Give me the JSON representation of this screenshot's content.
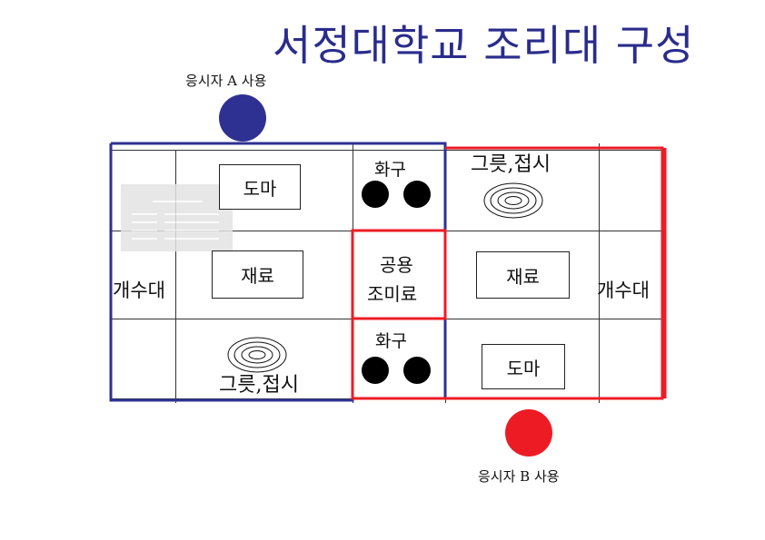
{
  "title": "서정대학교 조리대 구성",
  "user_a": {
    "label": "응시자 A 사용",
    "color": "#2e3192"
  },
  "user_b": {
    "label": "응시자 B 사용",
    "color": "#ed1c24"
  },
  "table": {
    "left_sink": "개수대",
    "right_sink": "개수대",
    "row1": {
      "cutting_board": "도마",
      "burner_label": "화구",
      "dishes": "그릇,접시"
    },
    "row2": {
      "ingredients_left": "재료",
      "shared_line1": "공용",
      "shared_line2": "조미료",
      "ingredients_right": "재료"
    },
    "row3": {
      "dishes": "그릇,접시",
      "burner_label": "화구",
      "cutting_board": "도마"
    }
  },
  "colors": {
    "line": "#333333",
    "zone_a": "#2e3192",
    "zone_b": "#ed1c24"
  }
}
